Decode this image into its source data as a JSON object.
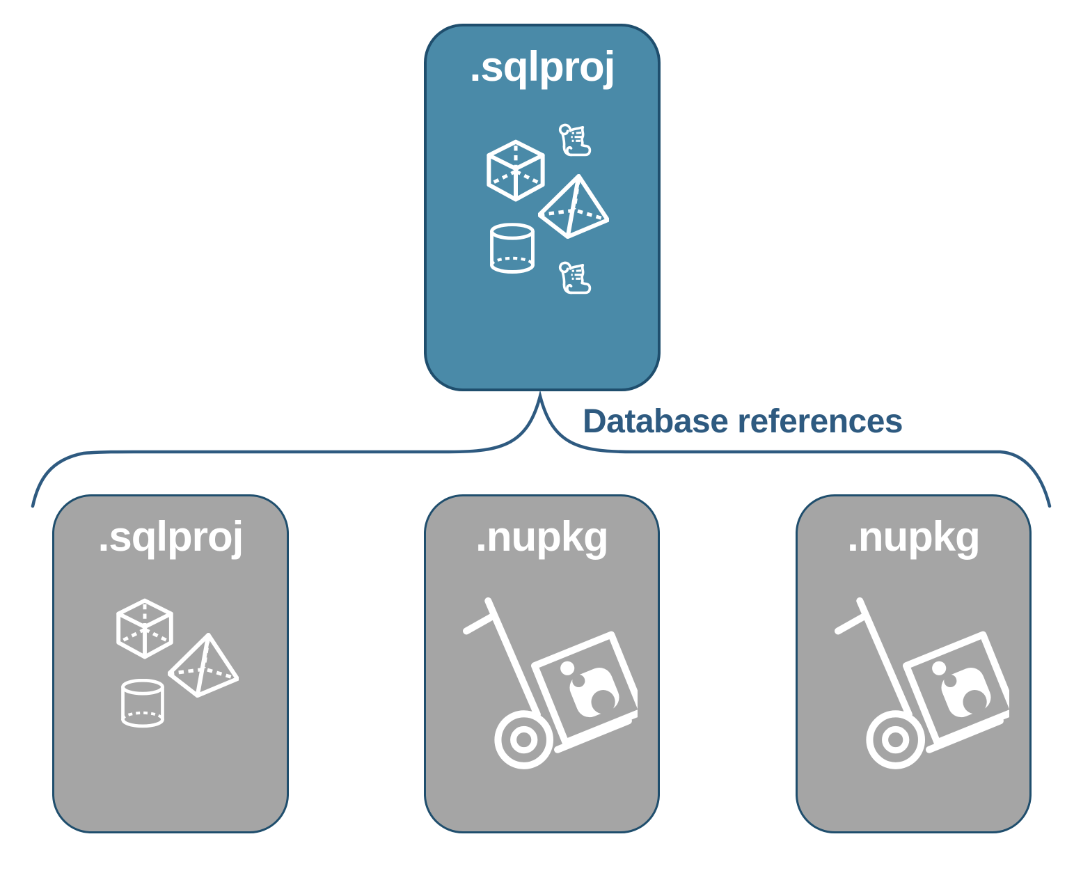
{
  "palette": {
    "canvas_bg": "#FFFFFF",
    "root_fill": "#4A8AA8",
    "child_fill": "#A5A5A5",
    "box_border": "#1F4E6D",
    "label_color": "#2E5A80",
    "icon_color": "#FFFFFF"
  },
  "diagram": {
    "root": {
      "label": ".sqlproj",
      "icons": [
        "cube-icon",
        "scroll-icon",
        "pyramid-icon",
        "cylinder-icon",
        "scroll-icon"
      ]
    },
    "connector": {
      "label": "Database references"
    },
    "children": [
      {
        "label": ".sqlproj",
        "icons": [
          "cube-icon",
          "pyramid-icon",
          "cylinder-icon"
        ]
      },
      {
        "label": ".nupkg",
        "icons": [
          "nuget-handtruck-icon"
        ]
      },
      {
        "label": ".nupkg",
        "icons": [
          "nuget-handtruck-icon"
        ]
      }
    ]
  }
}
